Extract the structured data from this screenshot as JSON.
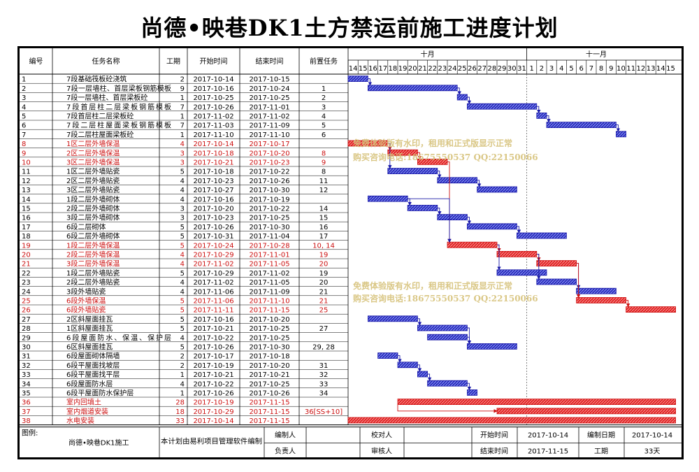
{
  "title": "尚德•映巷DK1土方禁运前施工进度计划",
  "headers": {
    "id": "编号",
    "name": "任务名称",
    "dur": "工期",
    "start": "开始时间",
    "end": "结束时间",
    "pred": "前置任务"
  },
  "timeline": {
    "months": [
      "十月",
      "十一月"
    ],
    "days": [
      "14",
      "15",
      "16",
      "17",
      "18",
      "19",
      "20",
      "21",
      "22",
      "23",
      "24",
      "25",
      "26",
      "27",
      "28",
      "29",
      "30",
      "31",
      "1",
      "2",
      "3",
      "4",
      "5",
      "6",
      "7",
      "8",
      "9",
      "10",
      "11",
      "12",
      "13",
      "14",
      "15"
    ]
  },
  "tasks": [
    {
      "id": "1",
      "name": "7段基础筏板砼浇筑",
      "dur": "2",
      "start": "2017-10-14",
      "end": "2017-10-15",
      "pred": "",
      "s": 0,
      "d": 2,
      "red": false
    },
    {
      "id": "2",
      "name": "7段一层墙柱、首层梁板钢筋模板",
      "dur": "9",
      "start": "2017-10-16",
      "end": "2017-10-24",
      "pred": "1",
      "s": 2,
      "d": 9,
      "red": false
    },
    {
      "id": "3",
      "name": "7段一层墙柱、首层梁板砼",
      "dur": "1",
      "start": "2017-10-25",
      "end": "2017-10-25",
      "pred": "2",
      "s": 11,
      "d": 1,
      "red": false
    },
    {
      "id": "4",
      "name": "7段首层柱二层梁板钢筋模板",
      "dur": "7",
      "start": "2017-10-26",
      "end": "2017-11-01",
      "pred": "3",
      "s": 12,
      "d": 7,
      "red": false
    },
    {
      "id": "5",
      "name": "7段首层柱二层梁板砼",
      "dur": "1",
      "start": "2017-11-02",
      "end": "2017-11-02",
      "pred": "4",
      "s": 19,
      "d": 1,
      "red": false
    },
    {
      "id": "6",
      "name": "7段二层柱屋面梁板钢筋模板",
      "dur": "7",
      "start": "2017-11-03",
      "end": "2017-11-09",
      "pred": "5",
      "s": 20,
      "d": 7,
      "red": false
    },
    {
      "id": "7",
      "name": "7段二层柱屋面梁板砼",
      "dur": "1",
      "start": "2017-11-10",
      "end": "2017-11-10",
      "pred": "6",
      "s": 27,
      "d": 1,
      "red": false
    },
    {
      "id": "8",
      "name": "1区二层外墙保温",
      "dur": "4",
      "start": "2017-10-14",
      "end": "2017-10-17",
      "pred": "",
      "s": 0,
      "d": 4,
      "red": true
    },
    {
      "id": "9",
      "name": "2区二层外墙保温",
      "dur": "3",
      "start": "2017-10-18",
      "end": "2017-10-20",
      "pred": "8",
      "s": 4,
      "d": 3,
      "red": true
    },
    {
      "id": "10",
      "name": "3区二层外墙保温",
      "dur": "3",
      "start": "2017-10-21",
      "end": "2017-10-23",
      "pred": "9",
      "s": 7,
      "d": 3,
      "red": true
    },
    {
      "id": "11",
      "name": "1区二层外墙贴瓷",
      "dur": "5",
      "start": "2017-10-18",
      "end": "2017-10-22",
      "pred": "8",
      "s": 4,
      "d": 5,
      "red": false
    },
    {
      "id": "12",
      "name": "2区二层外墙贴瓷",
      "dur": "4",
      "start": "2017-10-23",
      "end": "2017-10-26",
      "pred": "11",
      "s": 9,
      "d": 4,
      "red": false
    },
    {
      "id": "13",
      "name": "3区二层外墙贴瓷",
      "dur": "4",
      "start": "2017-10-27",
      "end": "2017-10-30",
      "pred": "12",
      "s": 13,
      "d": 4,
      "red": false
    },
    {
      "id": "14",
      "name": "1段二层外墙砌体",
      "dur": "4",
      "start": "2017-10-16",
      "end": "2017-10-19",
      "pred": "",
      "s": 2,
      "d": 4,
      "red": false
    },
    {
      "id": "15",
      "name": "2段二层外墙砌体",
      "dur": "3",
      "start": "2017-10-20",
      "end": "2017-10-22",
      "pred": "14",
      "s": 6,
      "d": 3,
      "red": false
    },
    {
      "id": "16",
      "name": "3段二层外墙砌体",
      "dur": "3",
      "start": "2017-10-23",
      "end": "2017-10-25",
      "pred": "15",
      "s": 9,
      "d": 3,
      "red": false
    },
    {
      "id": "17",
      "name": "6段二层砌体",
      "dur": "5",
      "start": "2017-10-26",
      "end": "2017-10-30",
      "pred": "16",
      "s": 12,
      "d": 5,
      "red": false
    },
    {
      "id": "18",
      "name": "6段二层外墙砌体",
      "dur": "5",
      "start": "2017-10-31",
      "end": "2017-11-04",
      "pred": "17",
      "s": 17,
      "d": 5,
      "red": false
    },
    {
      "id": "19",
      "name": "1段二层外墙保温",
      "dur": "5",
      "start": "2017-10-24",
      "end": "2017-10-28",
      "pred": "10, 14",
      "s": 10,
      "d": 5,
      "red": true
    },
    {
      "id": "20",
      "name": "2段二层外墙保温",
      "dur": "4",
      "start": "2017-10-29",
      "end": "2017-11-01",
      "pred": "19",
      "s": 15,
      "d": 4,
      "red": true
    },
    {
      "id": "21",
      "name": "3段二层外墙保温",
      "dur": "4",
      "start": "2017-11-02",
      "end": "2017-11-05",
      "pred": "20",
      "s": 19,
      "d": 4,
      "red": true
    },
    {
      "id": "22",
      "name": "1段二层外墙贴瓷",
      "dur": "5",
      "start": "2017-10-29",
      "end": "2017-11-02",
      "pred": "19",
      "s": 15,
      "d": 5,
      "red": false
    },
    {
      "id": "23",
      "name": "2段二层外墙贴瓷",
      "dur": "4",
      "start": "2017-11-02",
      "end": "2017-11-05",
      "pred": "20",
      "s": 19,
      "d": 4,
      "red": false
    },
    {
      "id": "24",
      "name": "3段外墙贴瓷",
      "dur": "4",
      "start": "2017-11-06",
      "end": "2017-11-09",
      "pred": "21",
      "s": 23,
      "d": 4,
      "red": false
    },
    {
      "id": "25",
      "name": "6段外墙保温",
      "dur": "5",
      "start": "2017-11-06",
      "end": "2017-11-10",
      "pred": "21",
      "s": 23,
      "d": 5,
      "red": true
    },
    {
      "id": "26",
      "name": "6段外墙贴瓷",
      "dur": "5",
      "start": "2017-11-11",
      "end": "2017-11-15",
      "pred": "25",
      "s": 28,
      "d": 5,
      "red": true
    },
    {
      "id": "27",
      "name": "2区斜屋面挂瓦",
      "dur": "5",
      "start": "2017-10-16",
      "end": "2017-10-20",
      "pred": "",
      "s": 2,
      "d": 5,
      "red": false
    },
    {
      "id": "28",
      "name": "1区斜屋面挂瓦",
      "dur": "5",
      "start": "2017-10-21",
      "end": "2017-10-25",
      "pred": "27",
      "s": 7,
      "d": 5,
      "red": false
    },
    {
      "id": "29",
      "name": "6段屋面防水、保温、保护层",
      "dur": "4",
      "start": "2017-10-22",
      "end": "2017-10-25",
      "pred": "",
      "s": 8,
      "d": 4,
      "red": false
    },
    {
      "id": "30",
      "name": "6区斜屋面挂瓦",
      "dur": "5",
      "start": "2017-10-26",
      "end": "2017-10-30",
      "pred": "29, 28",
      "s": 12,
      "d": 5,
      "red": false
    },
    {
      "id": "31",
      "name": "6段屋面砌体隔墙",
      "dur": "2",
      "start": "2017-10-17",
      "end": "2017-10-18",
      "pred": "",
      "s": 3,
      "d": 2,
      "red": false
    },
    {
      "id": "32",
      "name": "6段平屋面找坡层",
      "dur": "2",
      "start": "2017-10-19",
      "end": "2017-10-20",
      "pred": "31",
      "s": 5,
      "d": 2,
      "red": false
    },
    {
      "id": "33",
      "name": "6段平屋面找平层",
      "dur": "1",
      "start": "2017-10-21",
      "end": "2017-10-21",
      "pred": "32",
      "s": 7,
      "d": 1,
      "red": false
    },
    {
      "id": "34",
      "name": "6段屋面防水层",
      "dur": "4",
      "start": "2017-10-22",
      "end": "2017-10-25",
      "pred": "33",
      "s": 8,
      "d": 4,
      "red": false
    },
    {
      "id": "35",
      "name": "6段平屋面防水保护层",
      "dur": "1",
      "start": "2017-10-26",
      "end": "2017-10-26",
      "pred": "34",
      "s": 12,
      "d": 1,
      "red": false
    },
    {
      "id": "36",
      "name": "室内回填土",
      "dur": "28",
      "start": "2017-10-19",
      "end": "2017-11-15",
      "pred": "",
      "s": 5,
      "d": 28,
      "red": true
    },
    {
      "id": "37",
      "name": "室内烟道安装",
      "dur": "18",
      "start": "2017-10-29",
      "end": "2017-11-15",
      "pred": "36[SS+10]",
      "s": 15,
      "d": 18,
      "red": true
    },
    {
      "id": "38",
      "name": "水电安装",
      "dur": "33",
      "start": "2017-10-14",
      "end": "2017-11-15",
      "pred": "",
      "s": 0,
      "d": 33,
      "red": true
    }
  ],
  "footer": {
    "legend_label": "图例:",
    "project": "尚德•映巷DK1施工",
    "note": "本计划由易利项目管理软件编制",
    "compiler_label": "编制人",
    "checker_label": "校对人",
    "start_label": "开始时间",
    "start_val": "2017-10-14",
    "date_label": "编制日期",
    "date_val": "2017-10-14",
    "owner_label": "负责人",
    "reviewer_label": "审核人",
    "end_label": "结束时间",
    "end_val": "2017-11-15",
    "period_label": "工期",
    "period_val": "33天"
  },
  "watermark": {
    "line1": "免费体验版有水印，租用和正式版显示正常",
    "line2": "购买咨询电话:18675550537 QQ:22150066"
  },
  "colors": {
    "blue": "#1a1aa8",
    "red": "#cc1111",
    "today": "#555555"
  }
}
